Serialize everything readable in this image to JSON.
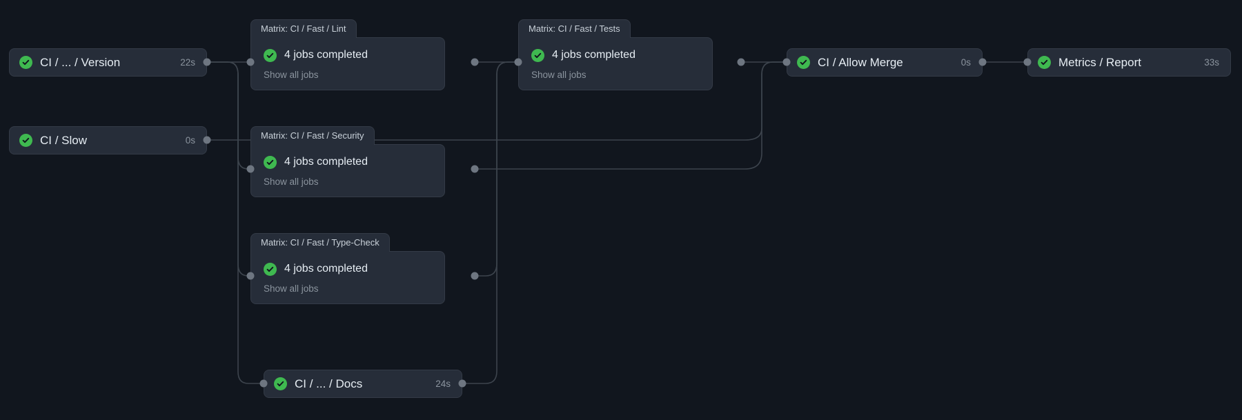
{
  "theme": {
    "background": "#11161e",
    "node_bg": "#262d39",
    "node_border": "#343b47",
    "text": "#e6edf3",
    "muted_text": "#8b949e",
    "success": "#3fb950",
    "edge": "#3d444d",
    "handle": "#6e7681"
  },
  "icons": {
    "success": "check-circle-icon"
  },
  "labels": {
    "show_all_jobs": "Show all jobs"
  },
  "nodes": [
    {
      "id": "version",
      "kind": "job",
      "label": "CI / ... / Version",
      "duration": "22s",
      "status": "success"
    },
    {
      "id": "slow",
      "kind": "job",
      "label": "CI / Slow",
      "duration": "0s",
      "status": "success"
    },
    {
      "id": "lint",
      "kind": "matrix",
      "title": "Matrix: CI / Fast / Lint",
      "summary": "4 jobs completed",
      "status": "success",
      "show_all": "Show all jobs"
    },
    {
      "id": "tests",
      "kind": "matrix",
      "title": "Matrix: CI / Fast / Tests",
      "summary": "4 jobs completed",
      "status": "success",
      "show_all": "Show all jobs"
    },
    {
      "id": "security",
      "kind": "matrix",
      "title": "Matrix: CI / Fast / Security",
      "summary": "4 jobs completed",
      "status": "success",
      "show_all": "Show all jobs"
    },
    {
      "id": "typecheck",
      "kind": "matrix",
      "title": "Matrix: CI / Fast / Type-Check",
      "summary": "4 jobs completed",
      "status": "success",
      "show_all": "Show all jobs"
    },
    {
      "id": "docs",
      "kind": "job",
      "label": "CI / ... / Docs",
      "duration": "24s",
      "status": "success"
    },
    {
      "id": "allow_merge",
      "kind": "job",
      "label": "CI / Allow Merge",
      "duration": "0s",
      "status": "success"
    },
    {
      "id": "metrics",
      "kind": "job",
      "label": "Metrics / Report",
      "duration": "33s",
      "status": "success"
    }
  ]
}
